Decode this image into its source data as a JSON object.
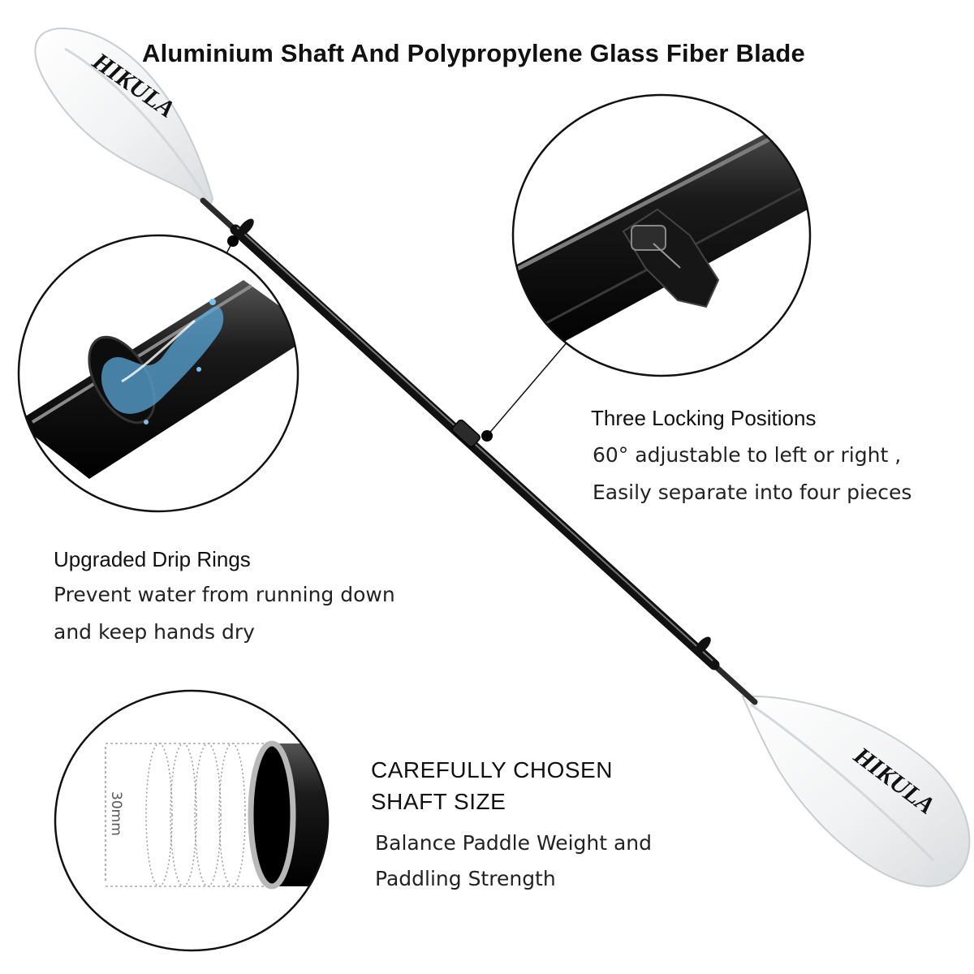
{
  "title": "Aluminium Shaft And Polypropylene Glass Fiber Blade",
  "brand": "HIKULA",
  "features": {
    "locking": {
      "heading": "Three Locking Positions",
      "line1": "60° adjustable to left or right ,",
      "line2": "Easily separate into four pieces"
    },
    "drip": {
      "heading": "Upgraded Drip Rings",
      "line1": "Prevent water from running down",
      "line2": "and keep hands dry"
    },
    "shaft": {
      "heading_line1": "CAREFULLY CHOSEN",
      "heading_line2": "SHAFT SIZE",
      "line1": "Balance Paddle Weight and",
      "line2": "Paddling Strength",
      "diameter_label": "30mm"
    }
  },
  "colors": {
    "shaft": "#1b1b1b",
    "blade": "#f2f3f4",
    "water": "#5aa8d8",
    "text": "#111111"
  }
}
